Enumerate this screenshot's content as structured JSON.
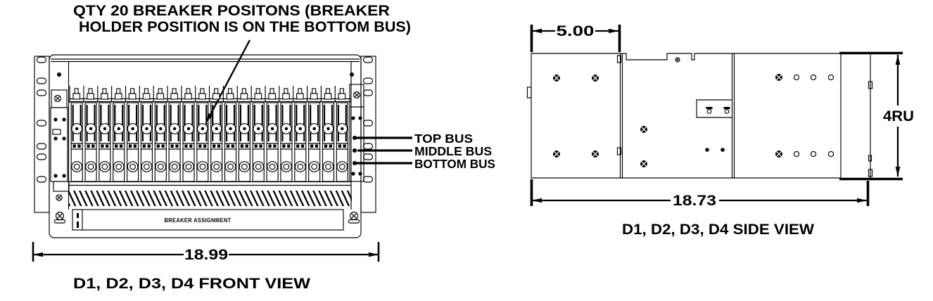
{
  "note": {
    "line1": "QTY 20 BREAKER POSITONS (BREAKER",
    "line2": "HOLDER POSITION IS ON THE BOTTOM BUS)"
  },
  "front_view": {
    "caption": "D1, D2, D3, D4 FRONT VIEW",
    "width_dim": "18.99",
    "breaker_count": 20,
    "bus_labels": {
      "top": "TOP BUS",
      "middle": "MIDDLE BUS",
      "bottom": "BOTTOM BUS"
    },
    "label_strip": "BREAKER ASSIGNMENT"
  },
  "side_view": {
    "caption": "D1, D2, D3, D4 SIDE VIEW",
    "depth_dim": "18.73",
    "front_section_dim": "5.00",
    "height_dim": "4RU"
  },
  "colors": {
    "line": "#000000",
    "background": "#ffffff"
  }
}
